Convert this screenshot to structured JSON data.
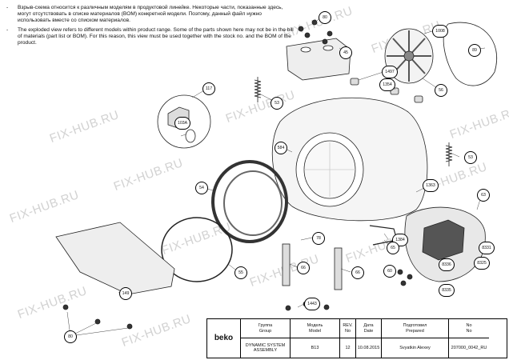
{
  "notes": {
    "ru": "Взрыв-схема относится к различным моделям в продуктовой линейке. Некоторые части, показанные здесь, могут отсутствовать в списке материалов (BOM) конкретной модели. Поэтому, данный файл нужно использовать вместе со списком материалов.",
    "en": "The exploded view refers to different models within product range. Some of the parts shown here may not be in the bill of materials (part list or BOM). For this reason, this view must be used together with the stock no. and the BOM of the product."
  },
  "watermark": "FIX-HUB.RU",
  "callouts": {
    "c80a": "80",
    "c45": "45",
    "c1008": "1008",
    "c89": "89",
    "c56": "56",
    "c1497": "1497",
    "c1354": "1354",
    "c53a": "53",
    "c117": "117",
    "c103a": "103A",
    "c584": "584",
    "c53b": "53",
    "c1363": "1363",
    "c54": "54",
    "c63": "63",
    "c8331": "8331",
    "c78": "78",
    "c1384": "1384",
    "c65": "65",
    "c8325": "8325",
    "c8336": "8336",
    "c55": "55",
    "c66a": "66",
    "c66b": "66",
    "c60": "60",
    "c8335": "8335",
    "c149": "149",
    "c1443": "1443",
    "c80b": "80"
  },
  "title_block": {
    "brand": "beko",
    "group_ru": "Группа",
    "group_en": "Group",
    "group_val": "DYNAMIC SYSTEM ASSEMBLY",
    "model_ru": "Модель",
    "model_en": "Model",
    "model_val": "B13",
    "rev_ru": "REV.",
    "rev_en": "No",
    "rev_val": "12",
    "date_ru": "Дата",
    "date_en": "Date",
    "date_val": "10.08.2015",
    "prep_ru": "Подготовил",
    "prep_en": "Prepared",
    "prep_val": "Svyatkin Alexey",
    "no_ru": "No",
    "no_en": "No",
    "no_val": "207000_0042_RU"
  }
}
